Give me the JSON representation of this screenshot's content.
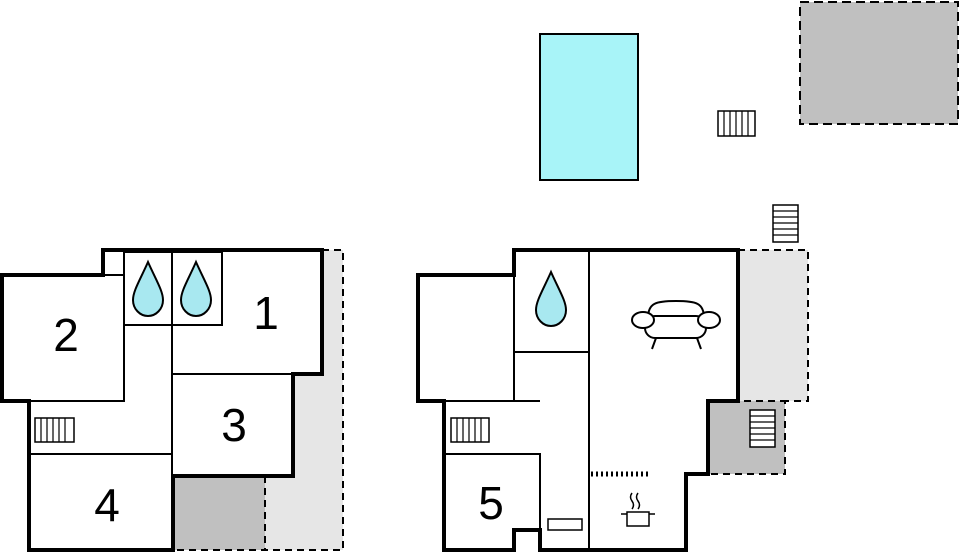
{
  "rooms": {
    "r1": "1",
    "r2": "2",
    "r3": "3",
    "r4": "4",
    "r5": "5"
  },
  "icons": [
    "water-drop-icon",
    "stairs-icon",
    "sofa-icon",
    "cooking-pot-icon",
    "radiator-icon"
  ],
  "colors": {
    "pool": "#a8f4f8",
    "terrace_light": "#e6e6e6",
    "terrace_dark": "#c0c0c0",
    "water_drop": "#a8e8f0",
    "walls": "#000000"
  }
}
